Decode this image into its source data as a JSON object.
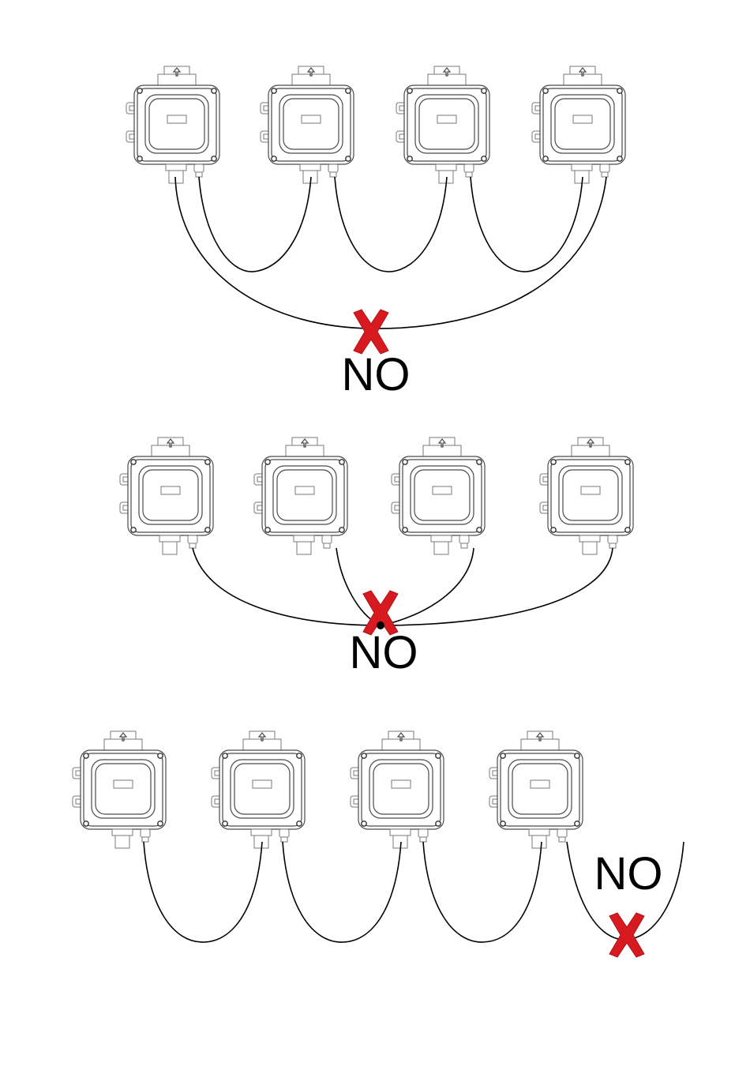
{
  "rejection_label": "NO",
  "colors": {
    "cross": "#d71920",
    "line": "#000000",
    "device_outline": "#4a4a4a"
  },
  "icons": [
    "pump-inverter-device-icon",
    "cross-mark-icon",
    "junction-dot-icon"
  ],
  "panels": [
    {
      "id": "ring-connection",
      "label": "NO"
    },
    {
      "id": "star-connection",
      "label": "NO"
    },
    {
      "id": "open-end-connection",
      "label": "NO"
    }
  ]
}
